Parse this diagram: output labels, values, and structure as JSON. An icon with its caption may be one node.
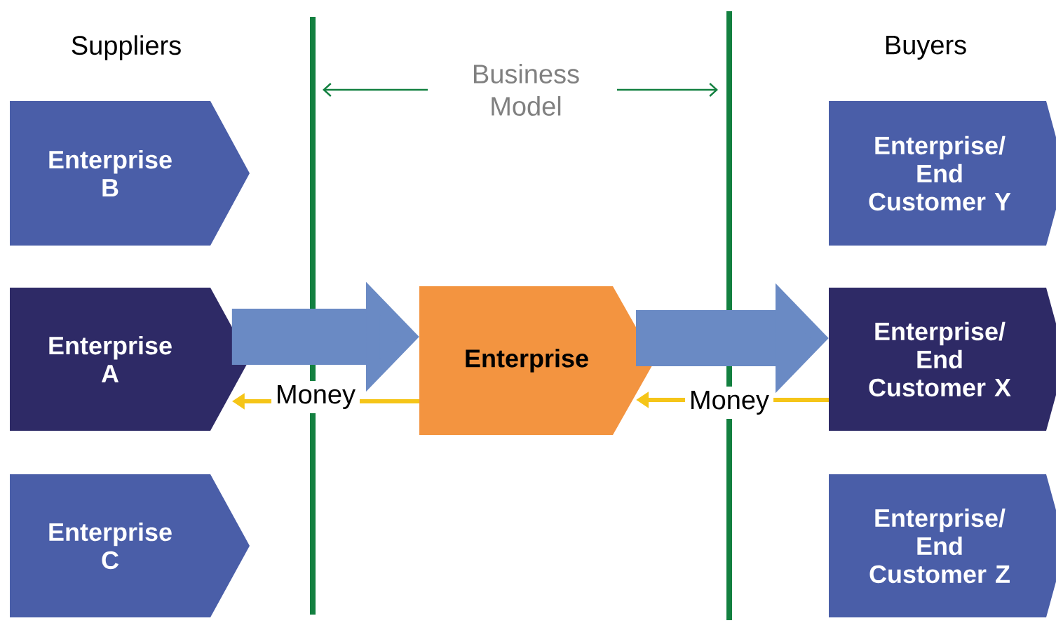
{
  "diagram": {
    "nodes": [
      {
        "text": [
          "Enterprise B"
        ]
      },
      {
        "text": [
          "Enterprise A"
        ]
      },
      {
        "text": [
          "Enterprise C"
        ]
      },
      {
        "text": [
          "Enterprise"
        ]
      },
      {
        "text": [
          "Enterprise/ End Customer Y"
        ]
      },
      {
        "text": [
          "Enterprise/ End Customer X"
        ]
      },
      {
        "text": [
          "Enterprise/ End Customer Z"
        ]
      }
    ],
    "edges": [
      {
        "from": 1,
        "to": 3,
        "arrow": "to",
        "style": "thick"
      },
      {
        "from": 3,
        "to": 5,
        "arrow": "to",
        "style": "thick"
      },
      {
        "from": 3,
        "to": 1,
        "arrow": "to",
        "label": "Money",
        "color": "#f5c518"
      },
      {
        "from": 5,
        "to": 3,
        "arrow": "to",
        "label": "Money",
        "color": "#f5c518"
      }
    ],
    "labels": [
      "Suppliers",
      "Buyers",
      "Business Model"
    ]
  }
}
